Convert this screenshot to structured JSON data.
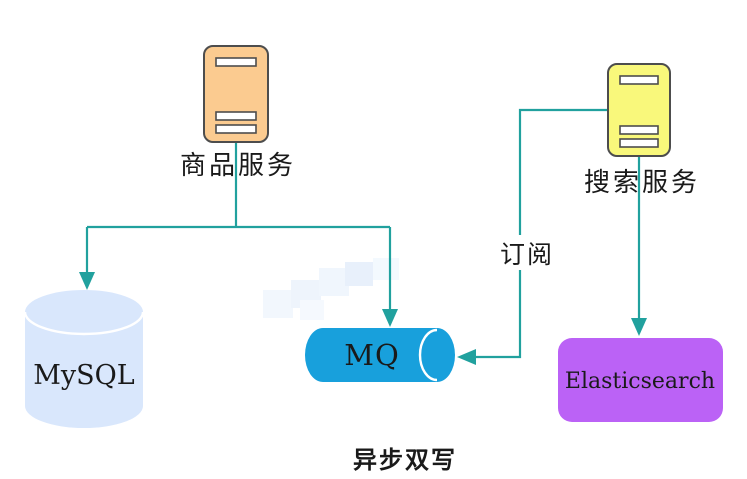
{
  "diagram": {
    "title": "异步双写",
    "nodes": {
      "product_service": {
        "label": "商品服务"
      },
      "search_service": {
        "label": "搜索服务"
      },
      "mysql": {
        "label": "MySQL"
      },
      "mq": {
        "label": "MQ"
      },
      "elasticsearch": {
        "label": "Elasticsearch"
      }
    },
    "edges": {
      "subscribe": {
        "label": "订阅"
      }
    },
    "colors": {
      "connector": "#21a19e",
      "product_service_fill": "#fbcb90",
      "search_service_fill": "#f9f87b",
      "mysql_fill": "#d9e7fc",
      "mq_fill": "#18a0dc",
      "elasticsearch_fill": "#bb62f6",
      "light_text": "#ffffff"
    }
  }
}
